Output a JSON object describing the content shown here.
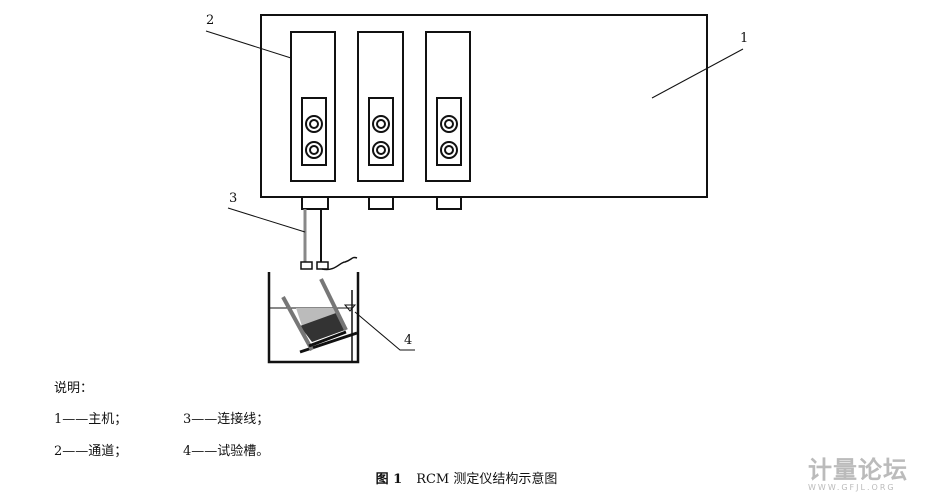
{
  "labels": {
    "l1": "1",
    "l2": "2",
    "l3": "3",
    "l4": "4"
  },
  "legend": {
    "title": "说明：",
    "items": [
      "1——主机；",
      "3——连接线；",
      "2——通道；",
      "4——试验槽。"
    ]
  },
  "caption": {
    "figure": "图 1",
    "text": "RCM 测定仪结构示意图"
  },
  "watermark": {
    "title": "计量论坛",
    "url": "WWW.GFJL.ORG"
  }
}
